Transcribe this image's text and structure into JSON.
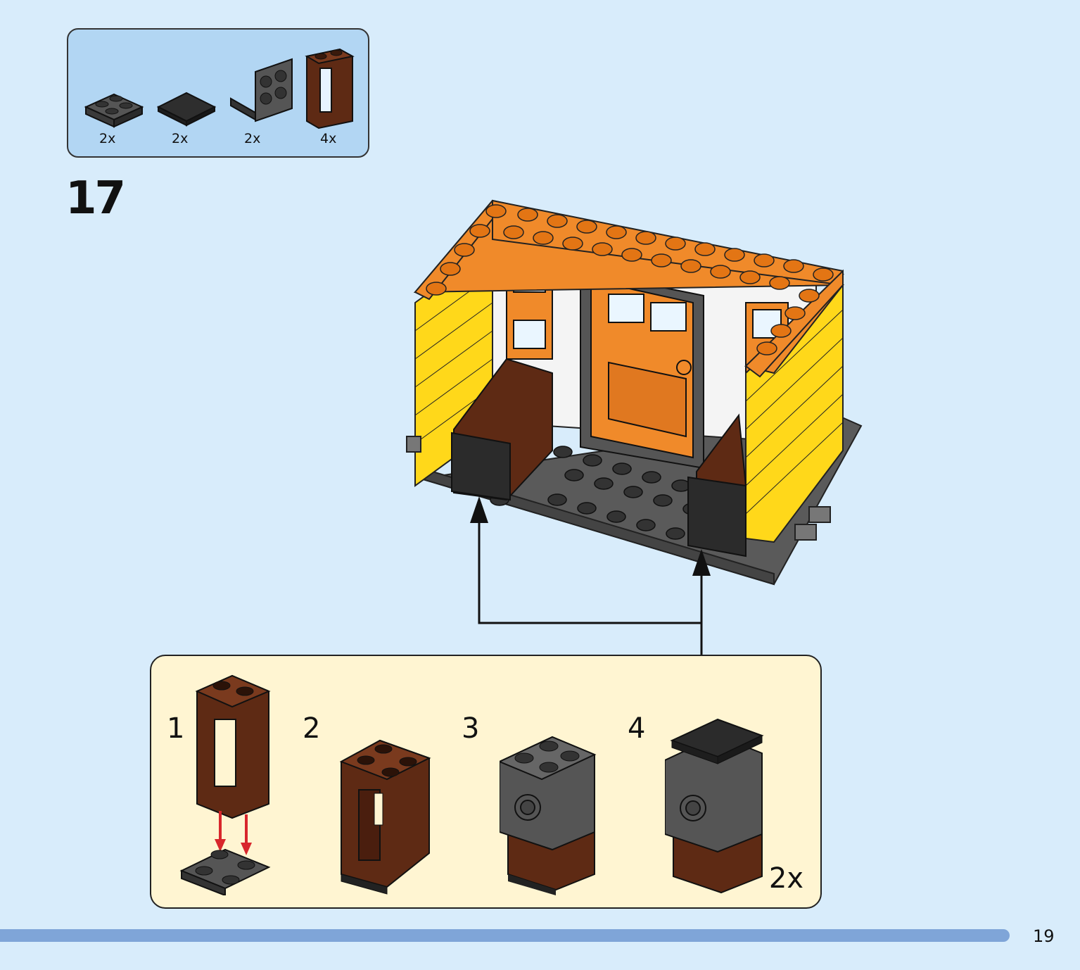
{
  "parts_list": {
    "items": [
      {
        "name": "dark-gray-plate-2x2",
        "qty": "2x"
      },
      {
        "name": "black-tile-2x2",
        "qty": "2x"
      },
      {
        "name": "dark-gray-bracket",
        "qty": "2x"
      },
      {
        "name": "brown-window-frame",
        "qty": "4x"
      }
    ]
  },
  "step": {
    "number": "17"
  },
  "sub_assembly": {
    "steps": [
      "1",
      "2",
      "3",
      "4"
    ],
    "quantity": "2x"
  },
  "colors": {
    "background": "#d8ecfb",
    "parts_box": "#b2d6f3",
    "sub_box": "#fff5d2",
    "orange": "#f08a2a",
    "yellow": "#ffd81a",
    "brown": "#5e2a14",
    "dark_gray": "#4a4a4a",
    "black": "#2b2b2b",
    "arrow_red": "#d8262c",
    "page_bar": "#7fa5d8"
  },
  "page": {
    "number": "19"
  }
}
